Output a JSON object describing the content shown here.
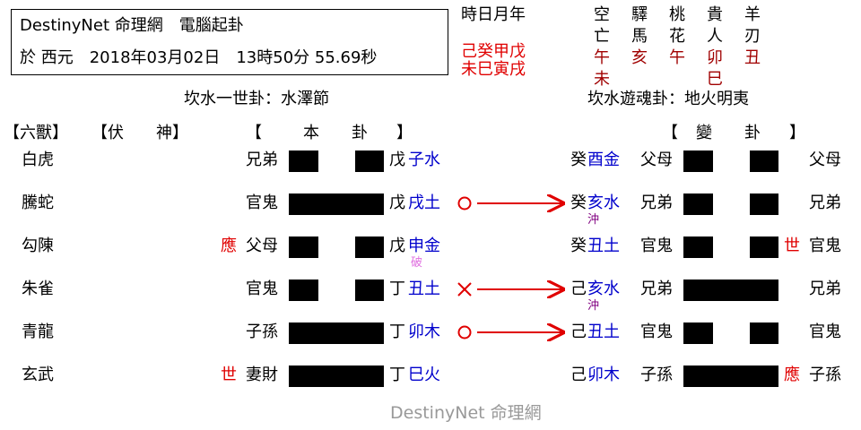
{
  "header": {
    "line1": "DestinyNet 命理網　電腦起卦",
    "line2": "於 西元　2018年03月02日　13時50分 55.69秒"
  },
  "pillars": {
    "label": "時日月年",
    "stems": "己癸甲戊",
    "branches": "未巳寅戌"
  },
  "shensha": {
    "cols": [
      {
        "name": "空亡",
        "v1": "午",
        "v2": "未"
      },
      {
        "name": "驛馬",
        "v1": "亥",
        "v2": ""
      },
      {
        "name": "桃花",
        "v1": "午",
        "v2": ""
      },
      {
        "name": "貴人",
        "v1": "卯",
        "v2": "巳"
      },
      {
        "name": "羊刃",
        "v1": "丑",
        "v2": ""
      }
    ]
  },
  "gua": {
    "ben_title": "坎水一世卦：水澤節",
    "bian_title": "坎水遊魂卦：地火明夷"
  },
  "columns": {
    "liushou": "【六獸】",
    "fushen": "【伏　　神】",
    "ben_open": "【",
    "ben": "本　　卦",
    "ben_close": "】",
    "bian_open": "【",
    "bian": "變　　卦",
    "bian_close": "】"
  },
  "rows": [
    {
      "beast": "白虎",
      "shi": "",
      "rel": "兄弟",
      "ben_yang": false,
      "ben_stem": "戊",
      "ben_branch": "子水",
      "ben_sub": "",
      "mark": "",
      "bian_stem": "癸",
      "bian_branch": "酉金",
      "bian_sub": "",
      "bian_rel": "父母",
      "bian_yang": false,
      "bian_shi": "",
      "bian_rel2": "父母"
    },
    {
      "beast": "騰蛇",
      "shi": "",
      "rel": "官鬼",
      "ben_yang": true,
      "ben_stem": "戊",
      "ben_branch": "戌土",
      "ben_sub": "",
      "mark": "○",
      "bian_stem": "癸",
      "bian_branch": "亥水",
      "bian_sub": "沖",
      "bian_rel": "兄弟",
      "bian_yang": false,
      "bian_shi": "",
      "bian_rel2": "兄弟"
    },
    {
      "beast": "勾陳",
      "shi": "應",
      "rel": "父母",
      "ben_yang": false,
      "ben_stem": "戊",
      "ben_branch": "申金",
      "ben_sub": "破",
      "mark": "",
      "bian_stem": "癸",
      "bian_branch": "丑土",
      "bian_sub": "",
      "bian_rel": "官鬼",
      "bian_yang": false,
      "bian_shi": "世",
      "bian_rel2": "官鬼"
    },
    {
      "beast": "朱雀",
      "shi": "",
      "rel": "官鬼",
      "ben_yang": false,
      "ben_stem": "丁",
      "ben_branch": "丑土",
      "ben_sub": "",
      "mark": "✕",
      "bian_stem": "己",
      "bian_branch": "亥水",
      "bian_sub": "沖",
      "bian_rel": "兄弟",
      "bian_yang": true,
      "bian_shi": "",
      "bian_rel2": "兄弟"
    },
    {
      "beast": "青龍",
      "shi": "",
      "rel": "子孫",
      "ben_yang": true,
      "ben_stem": "丁",
      "ben_branch": "卯木",
      "ben_sub": "",
      "mark": "○",
      "bian_stem": "己",
      "bian_branch": "丑土",
      "bian_sub": "",
      "bian_rel": "官鬼",
      "bian_yang": false,
      "bian_shi": "",
      "bian_rel2": "官鬼"
    },
    {
      "beast": "玄武",
      "shi": "世",
      "rel": "妻財",
      "ben_yang": true,
      "ben_stem": "丁",
      "ben_branch": "巳火",
      "ben_sub": "",
      "mark": "",
      "bian_stem": "己",
      "bian_branch": "卯木",
      "bian_sub": "",
      "bian_rel": "子孫",
      "bian_yang": true,
      "bian_shi": "應",
      "bian_rel2": "子孫"
    }
  ],
  "watermark": "DestinyNet 命理網",
  "colors": {
    "red": "#e00000",
    "dark_red": "#a00000",
    "blue": "#0000cc",
    "purple": "#800080",
    "pink": "#e070e0",
    "watermark": "#999999"
  }
}
